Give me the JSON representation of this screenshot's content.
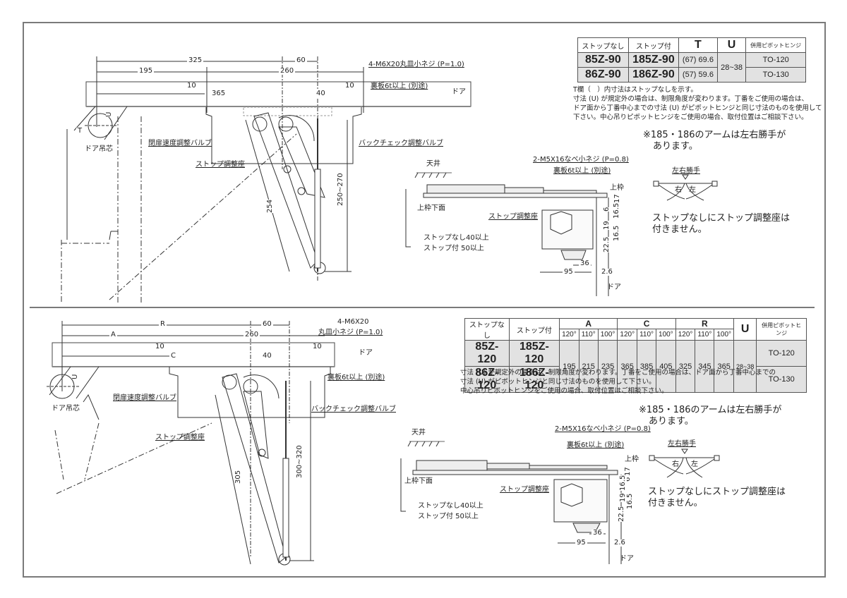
{
  "top": {
    "table": {
      "headers": [
        "ストップなし",
        "ストップ付",
        "T",
        "U",
        "併用ピボットヒンジ"
      ],
      "rows": [
        {
          "no_stop": "85Z-90",
          "with_stop": "185Z-90",
          "t": "(67) 69.6",
          "u": "28~38",
          "hinge": "TO-120"
        },
        {
          "no_stop": "86Z-90",
          "with_stop": "186Z-90",
          "t": "(57) 59.6",
          "u": "28~38",
          "hinge": "TO-130"
        }
      ]
    },
    "notes": [
      "T欄（　）内寸法はストップなしを示す。",
      "寸法 (U) が規定外の場合は、制限角度が変わります。丁番をご使用の場合は、",
      "ドア面から丁番中心までの寸法 (U) がピボットヒンジと同じ寸法のものを使用して",
      "下さい。中心吊りピボットヒンジをご使用の場合、取付位置はご相談下さい。"
    ],
    "remark_arm": [
      "※185・186のアームは左右勝手が",
      "あります。"
    ],
    "hand_title": "左右勝手",
    "hand_right": "右",
    "hand_left": "左",
    "remark_stop": [
      "ストップなしにストップ調整座は",
      "付きません。"
    ],
    "plan": {
      "dims": {
        "d325": "325",
        "d60": "60",
        "d195": "195",
        "d260": "260",
        "d10a": "10",
        "d10b": "10",
        "d365": "365",
        "d40": "40",
        "d254": "254",
        "d250_270": "250~270",
        "t": "T",
        "u": "U"
      },
      "labels": {
        "screw": "4-M6X20丸皿小ネジ (P=1.0)",
        "backplate": "裏板6t以上 (別途)",
        "door": "ドア",
        "pivot": "ドア吊芯",
        "closing_valve": "閉扉速度調整バルブ",
        "backcheck_valve": "バックチェック調整バルブ",
        "stop_seat": "ストップ調整座"
      }
    },
    "section": {
      "labels": {
        "ceiling": "天井",
        "screw": "2-M5X16なべ小ネジ (P=0.8)",
        "backplate": "裏板6t以上 (別途)",
        "frame_top": "上枠",
        "frame_bottom": "上枠下面",
        "stop_seat": "ストップ調整座",
        "clear_no_stop": "ストップなし40以上",
        "clear_stop": "ストップ付 50以上",
        "door": "ドア"
      },
      "dims": {
        "d17": "17",
        "d6": "6",
        "d16_5a": "16.5",
        "d19": "19",
        "d16_5b": "16.5",
        "d22_5": "22.5",
        "d36": "36",
        "d95": "95",
        "d2_6": "2.6"
      }
    }
  },
  "bottom": {
    "table": {
      "group_headers": [
        "A",
        "C",
        "R"
      ],
      "angles": [
        "120°",
        "110°",
        "100°"
      ],
      "headers": [
        "ストップなし",
        "ストップ付",
        "U",
        "併用ピボットヒンジ"
      ],
      "rows": [
        {
          "no_stop": "85Z-120",
          "with_stop": "185Z-120",
          "hinge": "TO-120"
        },
        {
          "no_stop": "86Z-120",
          "with_stop": "186Z-120",
          "hinge": "TO-130"
        }
      ],
      "values": {
        "A": [
          "195",
          "215",
          "235"
        ],
        "C": [
          "365",
          "385",
          "405"
        ],
        "R": [
          "325",
          "345",
          "365"
        ],
        "U": "28~38"
      }
    },
    "notes": [
      "寸法 (U) が規定外の場合は、制限角度が変わります。丁番をご使用の場合は、ドア面から丁番中心までの",
      "寸法 (U) がピボットヒンジと同じ寸法のものを使用して下さい。",
      "中心吊りピボットヒンジをご使用の場合、取付位置はご相談下さい。"
    ],
    "remark_arm": [
      "※185・186のアームは左右勝手が",
      "あります。"
    ],
    "hand_title": "左右勝手",
    "hand_right": "右",
    "hand_left": "左",
    "remark_stop": [
      "ストップなしにストップ調整座は",
      "付きません。"
    ],
    "plan": {
      "dims": {
        "r": "R",
        "d60": "60",
        "a": "A",
        "d260": "260",
        "d10a": "10",
        "d10b": "10",
        "c": "C",
        "d40": "40",
        "d305": "305",
        "d300_320": "300~320",
        "u": "U"
      },
      "labels": {
        "screw1": "4-M6X20",
        "screw2": "丸皿小ネジ (P=1.0)",
        "backplate": "裏板6t以上 (別途)",
        "door": "ドア",
        "pivot": "ドア吊芯",
        "closing_valve": "閉扉速度調整バルブ",
        "backcheck_valve": "バックチェック調整バルブ",
        "stop_seat": "ストップ調整座"
      }
    },
    "section": {
      "labels": {
        "ceiling": "天井",
        "screw": "2-M5X16なべ小ネジ (P=0.8)",
        "backplate": "裏板6t以上 (別途)",
        "frame_top": "上枠",
        "frame_bottom": "上枠下面",
        "stop_seat": "ストップ調整座",
        "clear_no_stop": "ストップなし40以上",
        "clear_stop": "ストップ付 50以上",
        "door": "ドア"
      },
      "dims": {
        "d17": "17",
        "d6": "6",
        "d16_5a": "16.5",
        "d19": "19",
        "d16_5b": "16.5",
        "d22_5": "22.5",
        "d36": "36",
        "d95": "95",
        "d2_6": "2.6"
      }
    }
  }
}
